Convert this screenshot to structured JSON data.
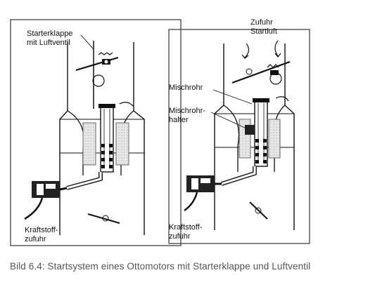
{
  "labels": {
    "left": {
      "starter_line1": "Starterklappe",
      "starter_line2": "mit Luftventil",
      "fuel_line1": "Kraftstoff-",
      "fuel_line2": "zufuhr"
    },
    "right": {
      "startair_line1": "Zufuhr",
      "startair_line2": "Startluft",
      "mixtube": "Mischrohr",
      "mixholder_line1": "Mischrohr-",
      "mixholder_line2": "halter",
      "fuel_line1": "Kraftstoff-",
      "fuel_line2": "zufuhr"
    }
  },
  "caption": "Bild 6.4: Startsystem eines Ottomotors mit Starterklappe und Luftventil"
}
